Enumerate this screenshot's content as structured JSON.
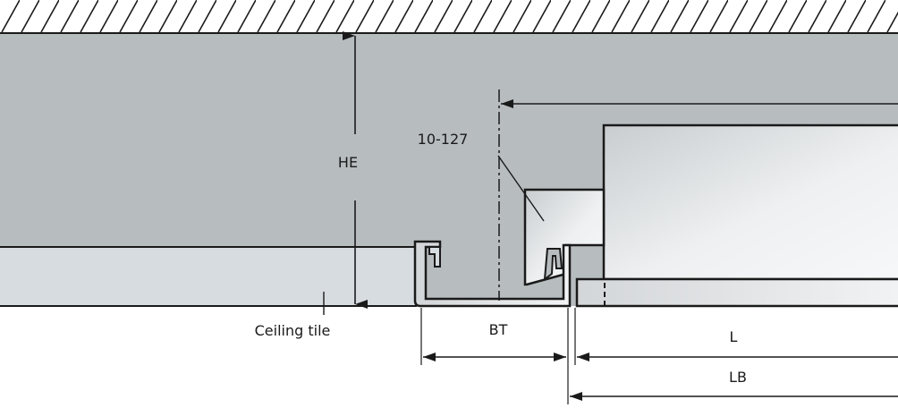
{
  "labels": {
    "he": "HE",
    "part_no": "10-127",
    "ceiling_tile": "Ceiling tile",
    "bt": "BT",
    "l": "L",
    "lb": "LB"
  },
  "colors": {
    "cavity": "#b7bcbf",
    "tile": "#d7dce1",
    "steel_light": "#f2f3f4",
    "steel_dark": "#c9cdd0",
    "outline": "#1a1a1a",
    "background": "#ffffff"
  }
}
